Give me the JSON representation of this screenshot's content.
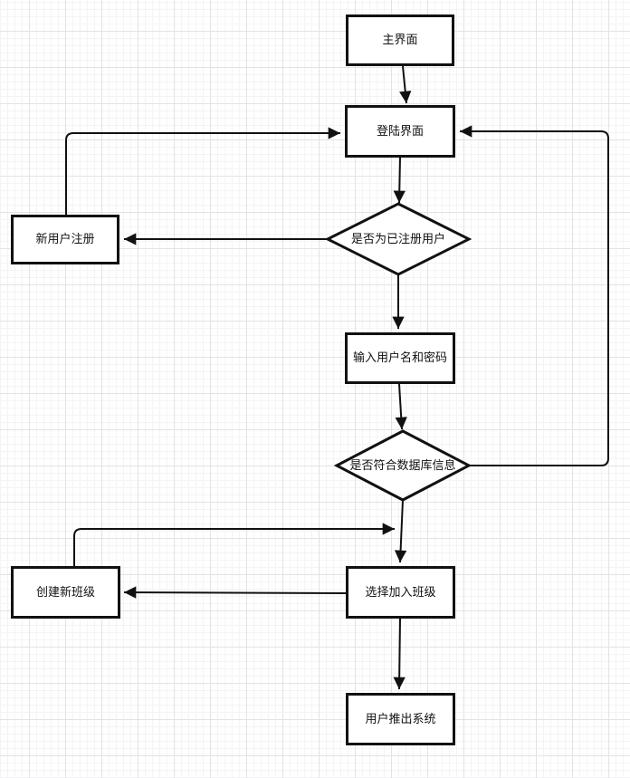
{
  "canvas": {
    "background": "#ffffff",
    "grid_major_color": "#e3e3e5",
    "grid_minor_color": "#f4f4f6",
    "stroke_color": "#111111",
    "shape_fill": "#ffffff"
  },
  "nodes": {
    "main": {
      "label": "主界面",
      "type": "process"
    },
    "login": {
      "label": "登陆界面",
      "type": "process"
    },
    "register_check": {
      "label": "是否为已注册用户",
      "type": "decision"
    },
    "new_user_register": {
      "label": "新用户注册",
      "type": "process"
    },
    "input_credentials": {
      "label": "输入用户名和密码",
      "type": "process"
    },
    "db_check": {
      "label": "是否符合数据库信息",
      "type": "decision"
    },
    "join_class": {
      "label": "选择加入班级",
      "type": "process"
    },
    "create_class": {
      "label": "创建新班级",
      "type": "process"
    },
    "exit_system": {
      "label": "用户推出系统",
      "type": "process"
    }
  },
  "edges": [
    {
      "from": "main",
      "to": "login"
    },
    {
      "from": "login",
      "to": "register_check"
    },
    {
      "from": "register_check",
      "to": "new_user_register"
    },
    {
      "from": "new_user_register",
      "to": "login"
    },
    {
      "from": "register_check",
      "to": "input_credentials"
    },
    {
      "from": "input_credentials",
      "to": "db_check"
    },
    {
      "from": "db_check",
      "to": "login"
    },
    {
      "from": "db_check",
      "to": "join_class"
    },
    {
      "from": "join_class",
      "to": "create_class"
    },
    {
      "from": "create_class",
      "to": "join_class"
    },
    {
      "from": "join_class",
      "to": "exit_system"
    }
  ]
}
